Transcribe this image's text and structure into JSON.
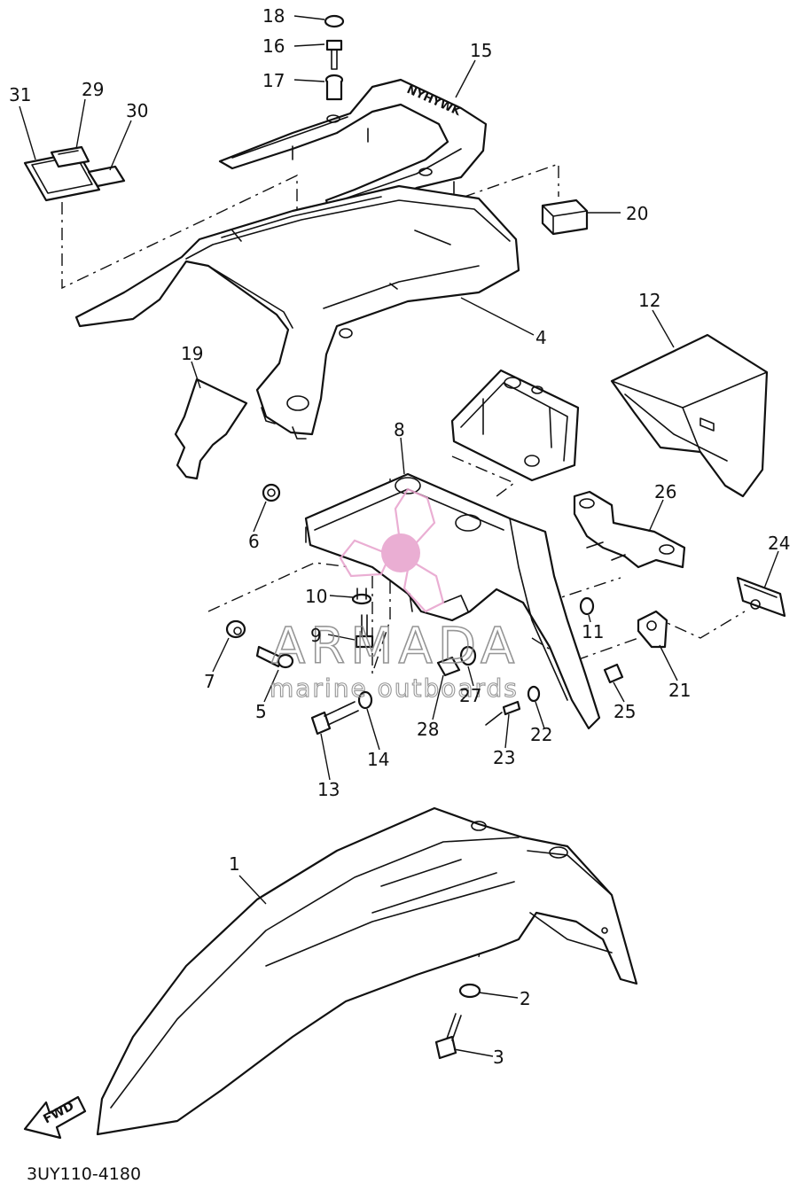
{
  "figure_code": "3UY110-4180",
  "fwd_label": "FWD",
  "watermark": {
    "title": "ARMADA",
    "subtitle": "marine outboards",
    "logo_color": "#e8a6cf",
    "text_color": "#8a8a8a"
  },
  "callouts": [
    {
      "id": "c1",
      "label": "1"
    },
    {
      "id": "c2",
      "label": "2"
    },
    {
      "id": "c3",
      "label": "3"
    },
    {
      "id": "c4",
      "label": "4"
    },
    {
      "id": "c5",
      "label": "5"
    },
    {
      "id": "c6",
      "label": "6"
    },
    {
      "id": "c7",
      "label": "7"
    },
    {
      "id": "c8",
      "label": "8"
    },
    {
      "id": "c9",
      "label": "9"
    },
    {
      "id": "c10",
      "label": "10"
    },
    {
      "id": "c11",
      "label": "11"
    },
    {
      "id": "c12",
      "label": "12"
    },
    {
      "id": "c13",
      "label": "13"
    },
    {
      "id": "c14",
      "label": "14"
    },
    {
      "id": "c15",
      "label": "15"
    },
    {
      "id": "c16",
      "label": "16"
    },
    {
      "id": "c17",
      "label": "17"
    },
    {
      "id": "c18",
      "label": "18"
    },
    {
      "id": "c19",
      "label": "19"
    },
    {
      "id": "c20",
      "label": "20"
    },
    {
      "id": "c21",
      "label": "21"
    },
    {
      "id": "c22",
      "label": "22"
    },
    {
      "id": "c23",
      "label": "23"
    },
    {
      "id": "c24",
      "label": "24"
    },
    {
      "id": "c25",
      "label": "25"
    },
    {
      "id": "c26",
      "label": "26"
    },
    {
      "id": "c27",
      "label": "27"
    },
    {
      "id": "c28",
      "label": "28"
    },
    {
      "id": "c29",
      "label": "29"
    },
    {
      "id": "c30",
      "label": "30"
    },
    {
      "id": "c31",
      "label": "31"
    }
  ]
}
